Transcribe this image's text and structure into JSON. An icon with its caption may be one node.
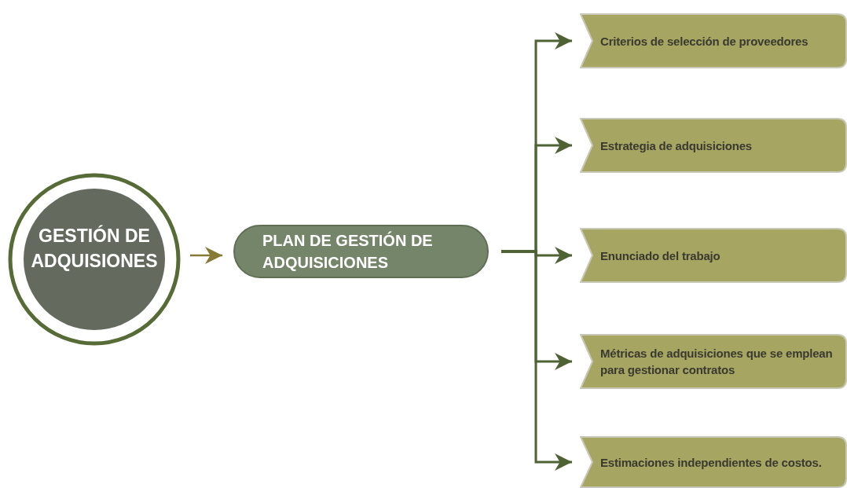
{
  "diagram": {
    "nodes": [
      {
        "text": [
          "GESTIÓN DE ADQUISIONES"
        ]
      },
      {
        "text": [
          "PLAN DE GESTIÓN DE ADQUISICIONES"
        ]
      },
      {
        "text": [
          "Criterios de selección de proveedores"
        ]
      },
      {
        "text": [
          "Estrategia de adquisiciones"
        ]
      },
      {
        "text": [
          "Enunciado del trabajo"
        ]
      },
      {
        "text": [
          "Métricas de adquisiciones que se emplean para gestionar contratos"
        ]
      },
      {
        "text": [
          "Estimaciones independientes de costos."
        ]
      }
    ],
    "edges": [
      {
        "from": 0,
        "to": 1,
        "arrow": "to",
        "color": "#857a35"
      },
      {
        "from": 1,
        "to": 2,
        "arrow": "to"
      },
      {
        "from": 1,
        "to": 3,
        "arrow": "to"
      },
      {
        "from": 1,
        "to": 4,
        "arrow": "to"
      },
      {
        "from": 1,
        "to": 5,
        "arrow": "to"
      },
      {
        "from": 1,
        "to": 6,
        "arrow": "to"
      }
    ]
  }
}
